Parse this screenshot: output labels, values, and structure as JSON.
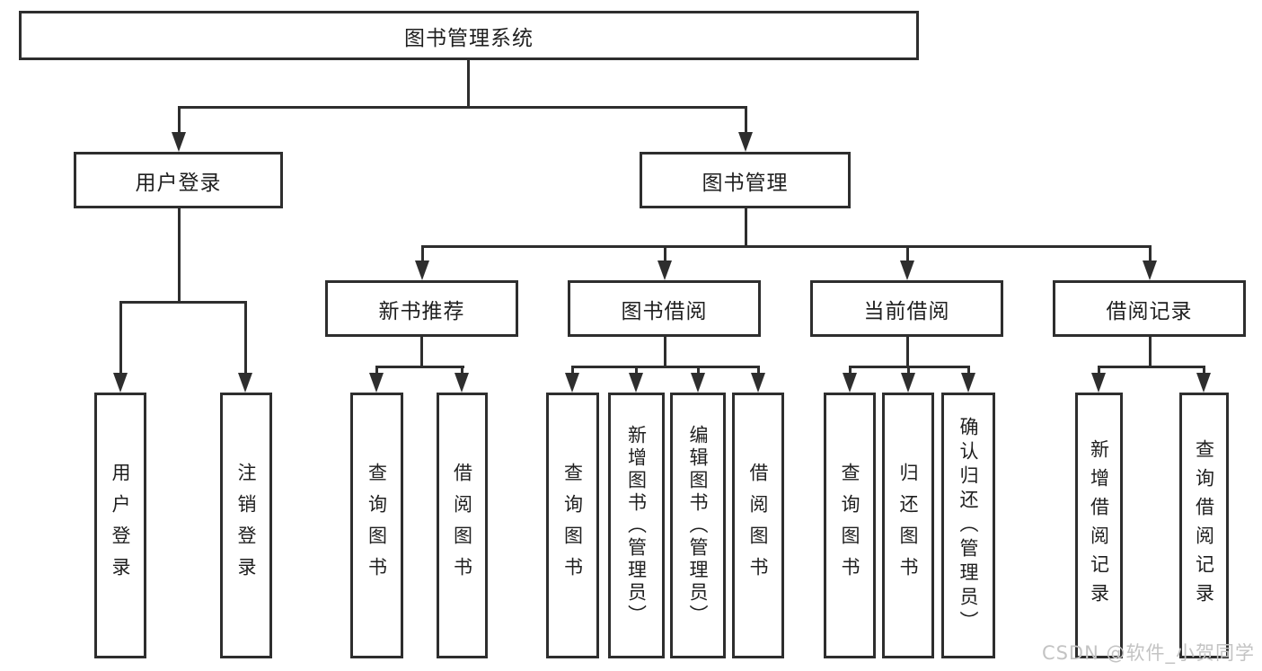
{
  "root": {
    "label": "图书管理系统"
  },
  "level2": {
    "user_login": {
      "label": "用户登录"
    },
    "book_mgmt": {
      "label": "图书管理"
    }
  },
  "level3": {
    "new_book_rec": {
      "label": "新书推荐"
    },
    "book_borrow": {
      "label": "图书借阅"
    },
    "current_borrow": {
      "label": "当前借阅"
    },
    "borrow_records": {
      "label": "借阅记录"
    }
  },
  "leaves": {
    "user_login_leaf": {
      "label": "用户登录"
    },
    "logout_leaf": {
      "label": "注销登录"
    },
    "nb_query": {
      "label": "查询图书"
    },
    "nb_borrow": {
      "label": "借阅图书"
    },
    "bb_query": {
      "label": "查询图书"
    },
    "bb_add": {
      "label": "新增图书（管理员）"
    },
    "bb_edit": {
      "label": "编辑图书（管理员）"
    },
    "bb_borrow": {
      "label": "借阅图书"
    },
    "cb_query": {
      "label": "查询图书"
    },
    "cb_return": {
      "label": "归还图书"
    },
    "cb_confirm": {
      "label": "确认归还（管理员）"
    },
    "br_add": {
      "label": "新增借阅记录"
    },
    "br_query": {
      "label": "查询借阅记录"
    }
  },
  "watermark": {
    "text": "CSDN @软件_小贺同学"
  },
  "colors": {
    "line": "#2e2e2e",
    "text": "#1f1f1f",
    "watermark": "#c3c3c3",
    "background": "#ffffff"
  }
}
